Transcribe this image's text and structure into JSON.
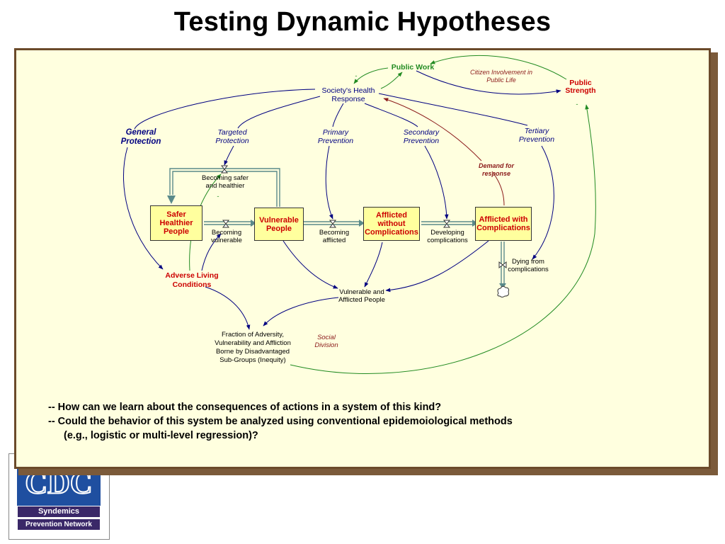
{
  "title": "Testing Dynamic Hypotheses",
  "stocks": {
    "safer": "Safer Healthier People",
    "vulnerable": "Vulnerable People",
    "afflicted_without": "Afflicted without Complications",
    "afflicted_with": "Afflicted with Complications"
  },
  "flows": {
    "becoming_safer": "Becoming safer and healthier",
    "becoming_vulnerable": "Becoming vulnerable",
    "becoming_afflicted": "Becoming afflicted",
    "developing_complications": "Developing complications",
    "dying": "Dying from complications"
  },
  "variables": {
    "public_work": "Public Work",
    "public_strength": "Public Strength",
    "citizen_involvement": "Citizen Involvement in Public Life",
    "societys_response": "Society's Health Response",
    "general_protection": "General Protection",
    "targeted_protection": "Targeted Protection",
    "primary_prevention": "Primary Prevention",
    "secondary_prevention": "Secondary Prevention",
    "tertiary_prevention": "Tertiary Prevention",
    "demand_for_response": "Demand for response",
    "adverse_living": "Adverse Living Conditions",
    "vulnerable_and_afflicted": "Vulnerable and Afflicted People",
    "fraction_adversity": "Fraction of Adversity, Vulnerability and Affliction Borne by Disadvantaged Sub-Groups (Inequity)",
    "social_division": "Social Division"
  },
  "polarity": {
    "minus": "-"
  },
  "questions": [
    "-- How can we learn about the consequences of actions in a system of this kind?",
    "-- Could the behavior of this system be analyzed using conventional epidemoiological methods",
    "(e.g., logistic or multi-level regression)?"
  ],
  "logo": {
    "letters": "CDC",
    "line1": "Syndemics",
    "line2": "Prevention Network"
  },
  "colors": {
    "panel_background": "#ffffdf",
    "stock_fill": "#ffff9e",
    "causal_link": "#000080",
    "green_link": "#228b22",
    "dark_red_link": "#8b1a1a",
    "flow_pipe": "#5a8a8a",
    "band": "#3a2868"
  }
}
